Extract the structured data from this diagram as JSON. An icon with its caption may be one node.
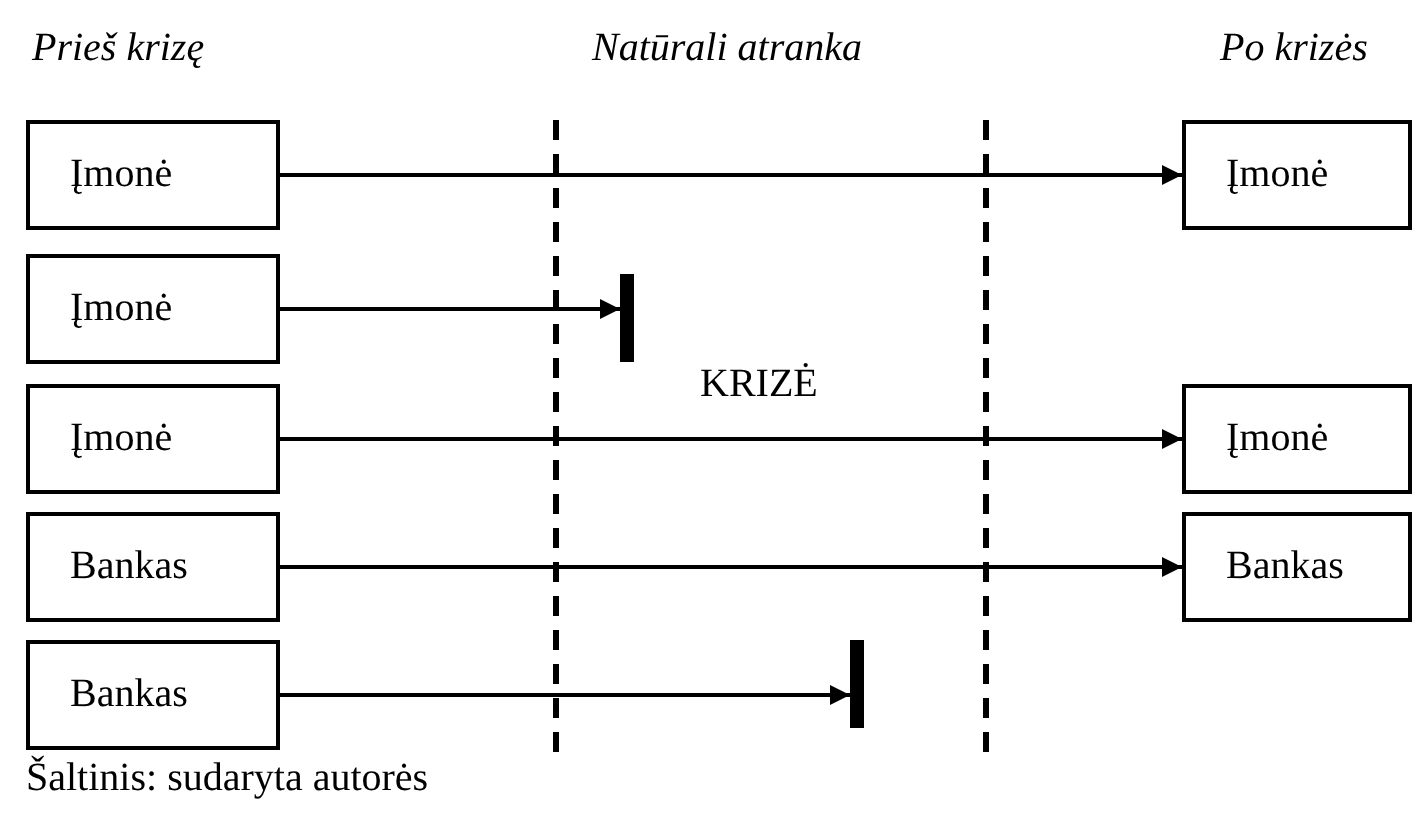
{
  "diagram": {
    "caption": "Šaltinis: sudaryta autorės",
    "nodes": [
      {
        "text": [
          "Įmonė"
        ]
      },
      {
        "text": [
          "Įmonė"
        ]
      },
      {
        "text": [
          "Įmonė"
        ]
      },
      {
        "text": [],
        "shape": "bar"
      },
      {
        "text": [
          "Įmonė"
        ]
      },
      {
        "text": [
          "Įmonė"
        ]
      },
      {
        "text": [
          "Bankas"
        ]
      },
      {
        "text": [
          "Bankas"
        ]
      },
      {
        "text": [
          "Bankas"
        ]
      },
      {
        "text": [],
        "shape": "bar"
      }
    ],
    "edges": [
      {
        "from": 0,
        "to": 1,
        "arrow": "to"
      },
      {
        "from": 2,
        "to": 3,
        "arrow": "to"
      },
      {
        "from": 4,
        "to": 5,
        "arrow": "to"
      },
      {
        "from": 6,
        "to": 7,
        "arrow": "to"
      },
      {
        "from": 8,
        "to": 9,
        "arrow": "to"
      }
    ],
    "labels": [
      "Prieš krizę",
      "Natūrali atranka",
      "Po krizės",
      "KRIZĖ"
    ]
  }
}
